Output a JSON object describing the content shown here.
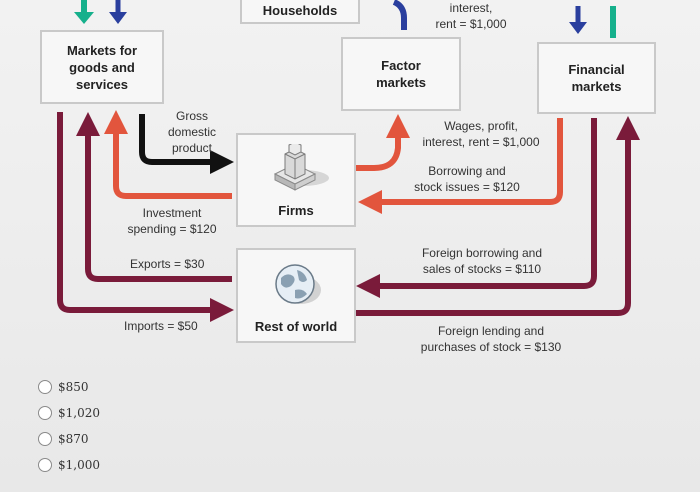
{
  "boxes": {
    "households": "Households",
    "markets_goods": "Markets for goods and services",
    "factor_markets": "Factor markets",
    "financial_markets": "Financial markets",
    "firms": "Firms",
    "rest_of_world": "Rest of world"
  },
  "labels": {
    "interest_rent_line1": "interest,",
    "interest_rent_line2": "rent = $1,000",
    "gdp_line1": "Gross",
    "gdp_line2": "domestic",
    "gdp_line3": "product",
    "wages_line1": "Wages, profit,",
    "wages_line2": "interest, rent = $1,000",
    "borrowing_line1": "Borrowing and",
    "borrowing_line2": "stock issues = $120",
    "investment_line1": "Investment",
    "investment_line2": "spending = $120",
    "exports": "Exports = $30",
    "foreign_borrowing_line1": "Foreign borrowing and",
    "foreign_borrowing_line2": "sales of stocks = $110",
    "imports": "Imports = $50",
    "foreign_lending_line1": "Foreign lending and",
    "foreign_lending_line2": "purchases of stock = $130"
  },
  "options": [
    "$850",
    "$1,020",
    "$870",
    "$1,000"
  ],
  "colors": {
    "red_flow": "#e2553d",
    "maroon_flow": "#7a1b3a",
    "black_flow": "#111111",
    "blue_arrow": "#2a3f9e",
    "teal_arrow": "#16b08c"
  }
}
